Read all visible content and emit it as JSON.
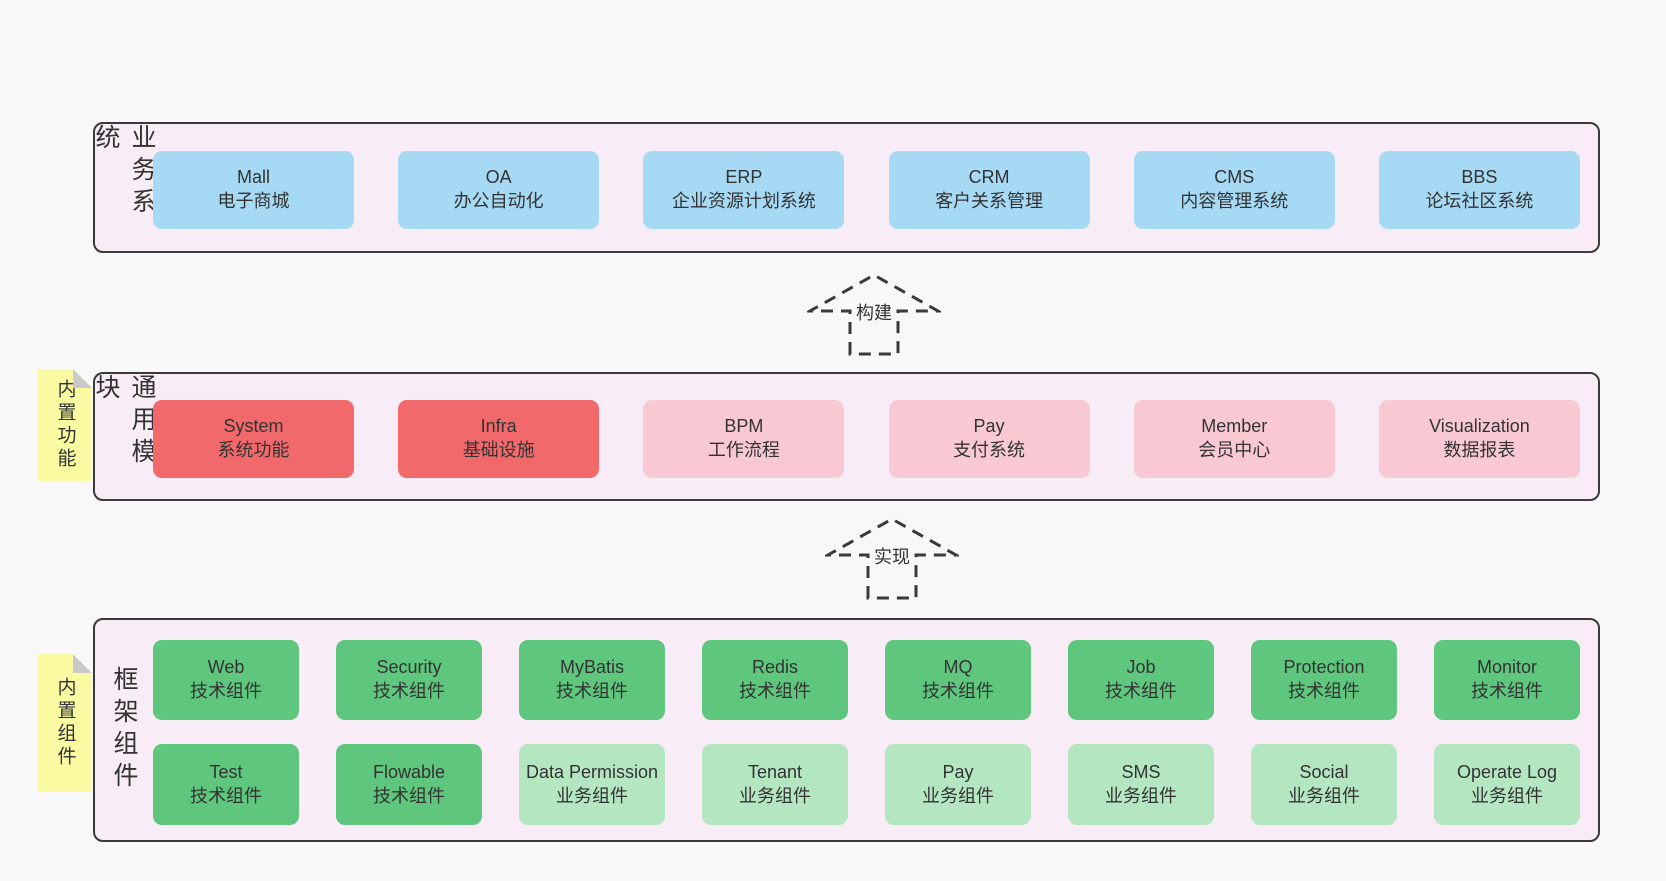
{
  "colors": {
    "page-bg": "#f8f8f8",
    "tier-bg": "#f8edf7",
    "border": "#3a3a3a",
    "text": "#333333",
    "blue": "#a6d9f3",
    "red": "#f1696a",
    "pink": "#f9c9d3",
    "green": "#5fc67d",
    "lightgreen": "#b5e6c2",
    "note-bg": "#fafaa3",
    "note-fold": "#c9c9c9"
  },
  "arrows": {
    "build": "构建",
    "implement": "实现"
  },
  "notes": {
    "builtin_features": "内置功能",
    "builtin_components": "内置组件"
  },
  "tier1": {
    "label": "业务系统",
    "boxes": [
      {
        "name": "Mall",
        "desc": "电子商城"
      },
      {
        "name": "OA",
        "desc": "办公自动化"
      },
      {
        "name": "ERP",
        "desc": "企业资源计划系统"
      },
      {
        "name": "CRM",
        "desc": "客户关系管理"
      },
      {
        "name": "CMS",
        "desc": "内容管理系统"
      },
      {
        "name": "BBS",
        "desc": "论坛社区系统"
      }
    ]
  },
  "tier2": {
    "label": "通用模块",
    "boxes": [
      {
        "name": "System",
        "desc": "系统功能"
      },
      {
        "name": "Infra",
        "desc": "基础设施"
      },
      {
        "name": "BPM",
        "desc": "工作流程"
      },
      {
        "name": "Pay",
        "desc": "支付系统"
      },
      {
        "name": "Member",
        "desc": "会员中心"
      },
      {
        "name": "Visualization",
        "desc": "数据报表"
      }
    ]
  },
  "tier3": {
    "label": "框架组件",
    "row1": [
      {
        "name": "Web",
        "desc": "技术组件"
      },
      {
        "name": "Security",
        "desc": "技术组件"
      },
      {
        "name": "MyBatis",
        "desc": "技术组件"
      },
      {
        "name": "Redis",
        "desc": "技术组件"
      },
      {
        "name": "MQ",
        "desc": "技术组件"
      },
      {
        "name": "Job",
        "desc": "技术组件"
      },
      {
        "name": "Protection",
        "desc": "技术组件"
      },
      {
        "name": "Monitor",
        "desc": "技术组件"
      }
    ],
    "row2": [
      {
        "name": "Test",
        "desc": "技术组件"
      },
      {
        "name": "Flowable",
        "desc": "技术组件"
      },
      {
        "name": "Data Permission",
        "desc": "业务组件"
      },
      {
        "name": "Tenant",
        "desc": "业务组件"
      },
      {
        "name": "Pay",
        "desc": "业务组件"
      },
      {
        "name": "SMS",
        "desc": "业务组件"
      },
      {
        "name": "Social",
        "desc": "业务组件"
      },
      {
        "name": "Operate Log",
        "desc": "业务组件"
      }
    ]
  }
}
